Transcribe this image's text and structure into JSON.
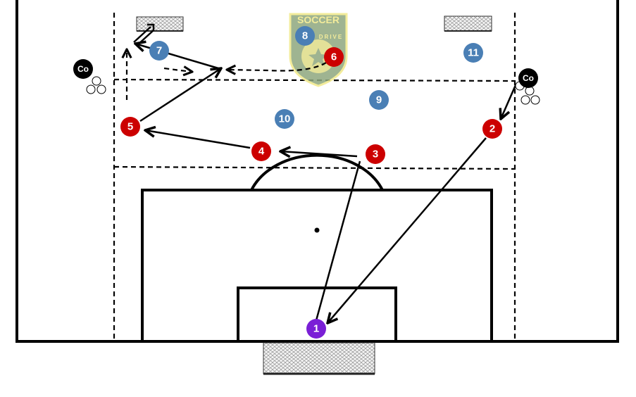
{
  "logo": {
    "line1": "SOCCER",
    "line2": "DRIVE"
  },
  "colors": {
    "attacker": "#cc0000",
    "defender": "#4a7fb5",
    "goalkeeper": "#7a1fd6",
    "coach": "#000000",
    "logo_fill": "#8fa87e",
    "logo_border": "#f2e98a"
  },
  "coaches": [
    {
      "label": "Co"
    },
    {
      "label": "Co"
    }
  ],
  "attackers": [
    {
      "label": "2"
    },
    {
      "label": "3"
    },
    {
      "label": "4"
    },
    {
      "label": "5"
    },
    {
      "label": "6"
    }
  ],
  "defenders": [
    {
      "label": "7"
    },
    {
      "label": "8"
    },
    {
      "label": "9"
    },
    {
      "label": "10"
    },
    {
      "label": "11"
    }
  ],
  "goalkeeper": {
    "label": "1"
  }
}
